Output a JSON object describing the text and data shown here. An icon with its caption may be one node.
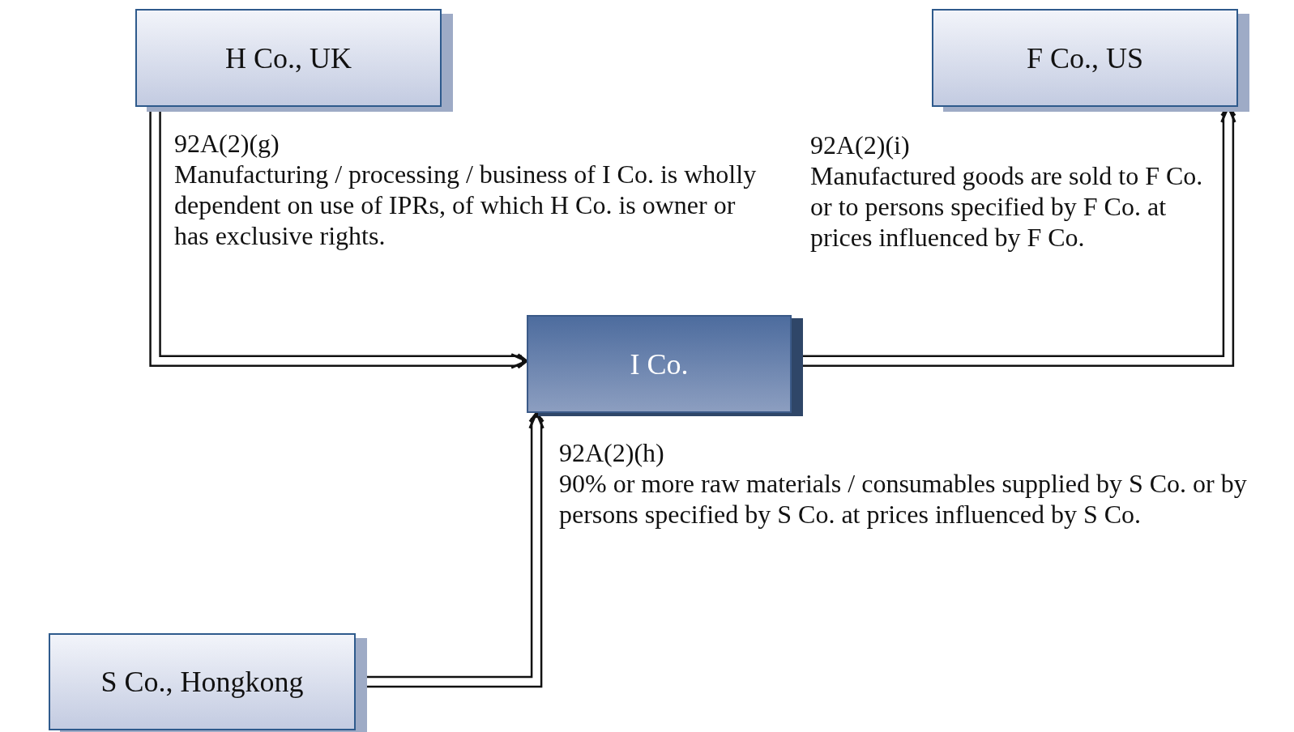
{
  "diagram": {
    "nodes": [
      {
        "text": [
          "H Co., UK"
        ]
      },
      {
        "text": [
          "F Co., US"
        ]
      },
      {
        "text": [
          "I Co."
        ]
      },
      {
        "text": [
          "S Co., Hongkong"
        ]
      }
    ],
    "edges": [
      {
        "from": 0,
        "to": 2,
        "arrow": "to"
      },
      {
        "from": 2,
        "to": 1,
        "arrow": "to"
      },
      {
        "from": 3,
        "to": 2,
        "arrow": "to"
      }
    ],
    "labels": [
      "92A(2)(g)",
      "Manufacturing / processing / business of I Co. is wholly dependent on use of IPRs, of which H Co. is owner or has exclusive rights.",
      "92A(2)(i)",
      "Manufactured goods are sold to F Co. or to persons specified by F Co. at prices influenced by F Co.",
      "92A(2)(h)",
      "90% or more raw materials / consumables supplied by S Co. or by persons specified by S Co. at prices influenced by S Co."
    ]
  }
}
